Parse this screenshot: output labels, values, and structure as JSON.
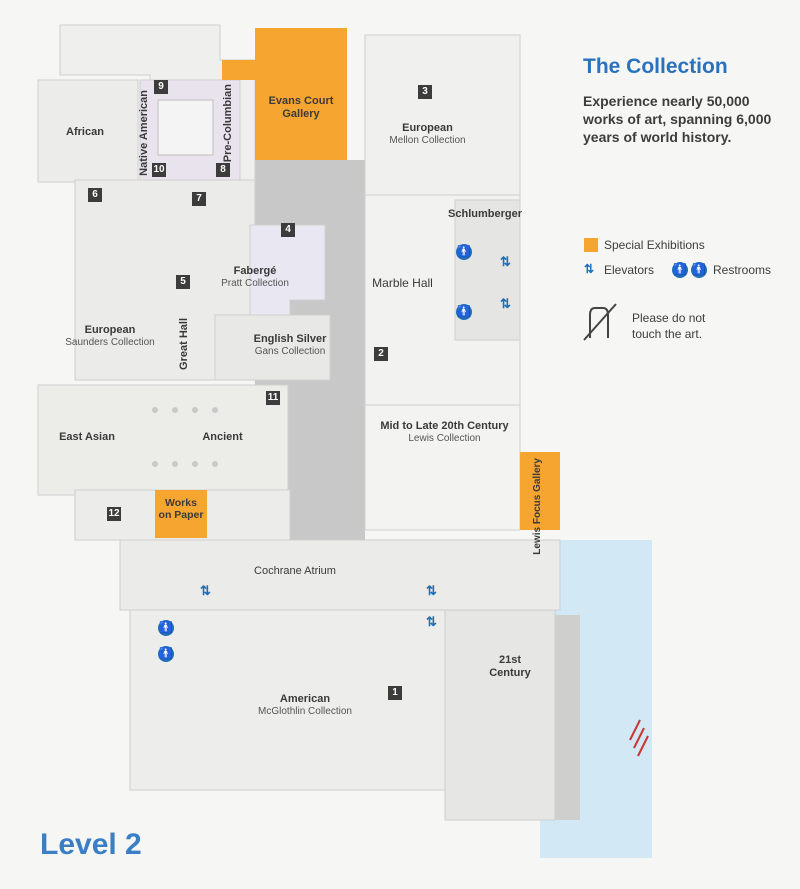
{
  "header": {
    "title": "The Collection",
    "description": "Experience nearly 50,000 works of art, spanning 6,000 years of world history."
  },
  "legend": {
    "special": "Special Exhibitions",
    "elevators": "Elevators",
    "restrooms": "Restrooms",
    "notouch": "Please do not touch the art."
  },
  "level": "Level 2",
  "colors": {
    "special": "#f7a531",
    "accent": "#2a72bd",
    "restroom": "#1f6fb8",
    "water": "#d3e8f5",
    "floor": "#ededed",
    "corridor": "#c8c8c8"
  },
  "galleries": {
    "evans": "Evans Court Gallery",
    "lewis_focus": "Lewis Focus Gallery",
    "works_on_paper": "Works on Paper"
  },
  "rooms": {
    "african": "African",
    "native_american": "Native American",
    "pre_columbian": "Pre-Columbian",
    "european_mellon_title": "European",
    "european_mellon_sub": "Mellon Collection",
    "schlumberger": "Schlumberger",
    "faberge_title": "Fabergé",
    "faberge_sub": "Pratt Collection",
    "marble_hall": "Marble Hall",
    "european_saunders_title": "European",
    "european_saunders_sub": "Saunders Collection",
    "great_hall": "Great Hall",
    "english_silver_title": "English Silver",
    "english_silver_sub": "Gans Collection",
    "east_asian": "East Asian",
    "ancient": "Ancient",
    "mid_late_title": "Mid to Late 20th Century",
    "mid_late_sub": "Lewis Collection",
    "cochrane": "Cochrane Atrium",
    "american_title": "American",
    "american_sub": "McGlothlin Collection",
    "twentyfirst": "21st Century"
  },
  "numbers": [
    "1",
    "2",
    "3",
    "4",
    "5",
    "6",
    "7",
    "8",
    "9",
    "10",
    "11",
    "12"
  ]
}
